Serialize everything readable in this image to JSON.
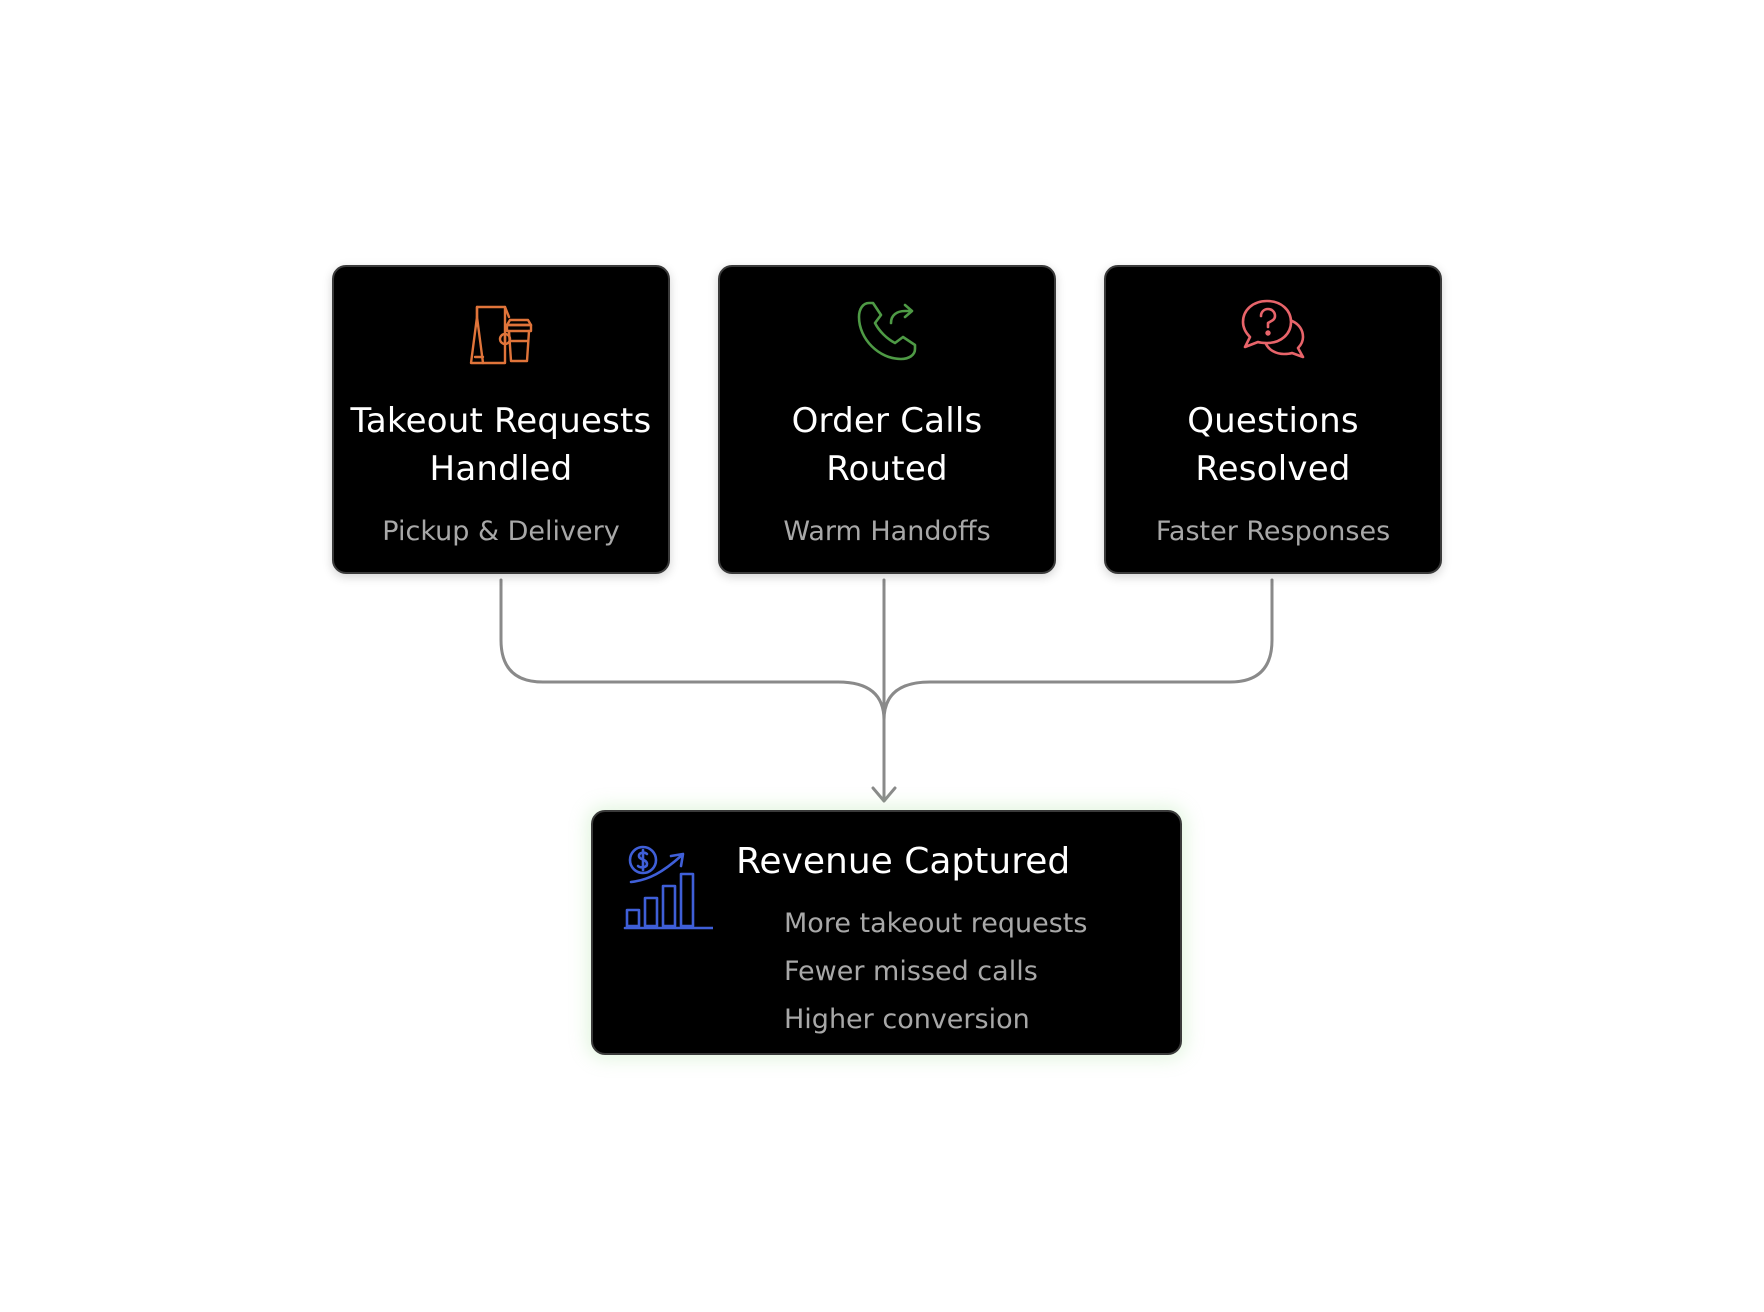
{
  "nodes": [
    {
      "title_line1": "Takeout Requests",
      "title_line2": "Handled",
      "subtitle": "Pickup & Delivery",
      "icon": "takeout-bag-cup-icon",
      "icon_color": "#E0743A"
    },
    {
      "title_line1": "Order Calls",
      "title_line2": "Routed",
      "subtitle": "Warm Handoffs",
      "icon": "phone-forward-icon",
      "icon_color": "#4E9A45"
    },
    {
      "title_line1": "Questions",
      "title_line2": "Resolved",
      "subtitle": "Faster Responses",
      "icon": "question-chat-icon",
      "icon_color": "#E8646A"
    }
  ],
  "outcome": {
    "title": "Revenue Captured",
    "icon": "revenue-growth-chart-icon",
    "icon_color": "#3F5FD8",
    "points": [
      "More takeout requests",
      "Fewer missed calls",
      "Higher conversion"
    ]
  },
  "colors": {
    "card_background": "#000000",
    "card_border": "#3A3A3A",
    "connector": "#8A8A8A",
    "title_text": "#FFFFFF",
    "subtitle_text": "#A8A8A8",
    "outcome_glow": "#96DC8C"
  }
}
